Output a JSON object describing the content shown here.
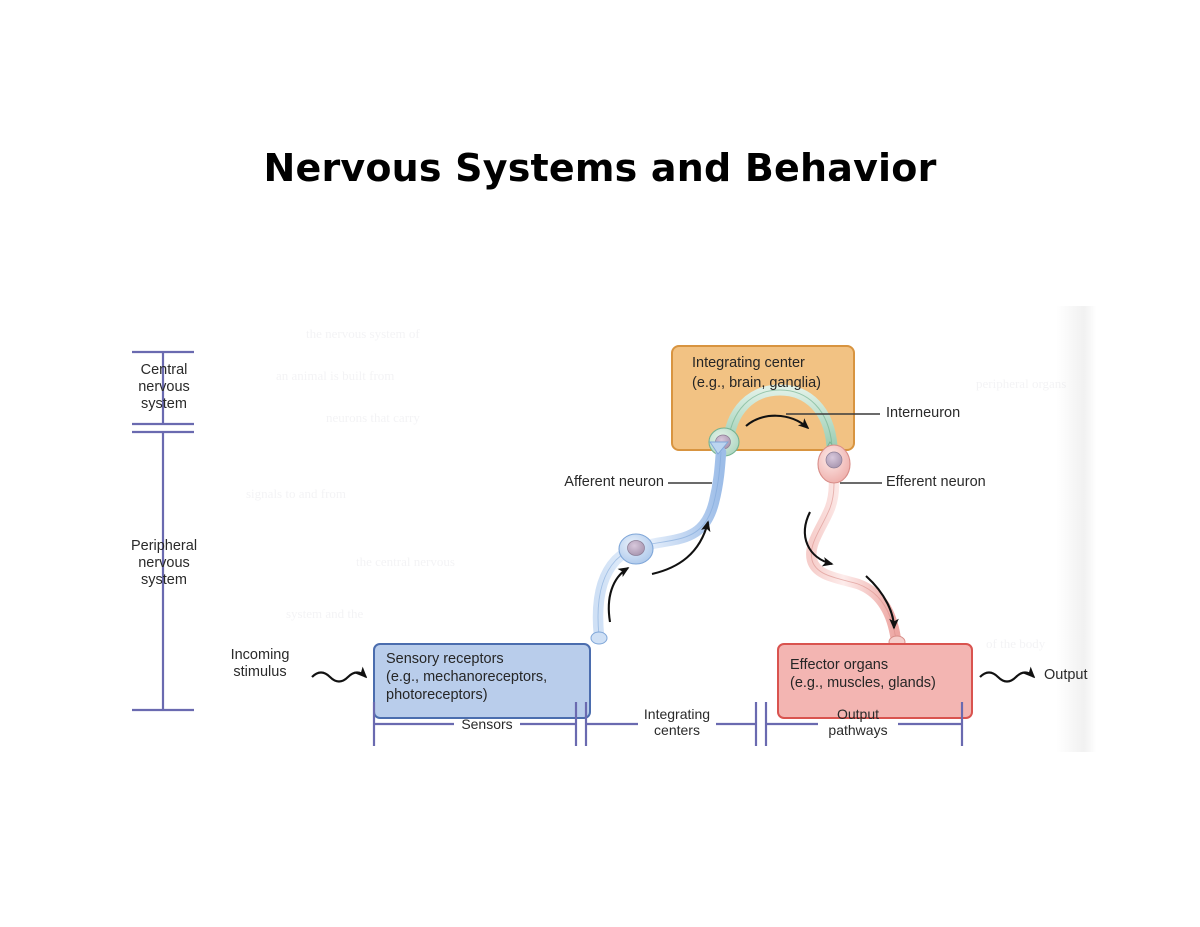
{
  "slide": {
    "title": "Nervous Systems and Behavior",
    "background_color": "#ffffff"
  },
  "figure": {
    "colors": {
      "integrating_center_fill": "#f2c283",
      "integrating_center_border": "#d89440",
      "sensory_box_fill": "#b9cdeb",
      "sensory_box_border": "#4b6dae",
      "effector_box_fill": "#f3b5b2",
      "effector_box_border": "#d9534f",
      "afferent_neuron": "#b9d0ef",
      "efferent_neuron": "#f0b2ae",
      "interneuron": "#b8ddc8",
      "bracket_line": "#6a6ab0",
      "arrow": "#1a1a1a",
      "text": "#2a2a2a"
    },
    "left_brackets": [
      {
        "name": "central-nervous-system",
        "label": "Central\nnervous\nsystem"
      },
      {
        "name": "peripheral-nervous-system",
        "label": "Peripheral\nnervous\nsystem"
      }
    ],
    "boxes": [
      {
        "name": "integrating-center-box",
        "line1": "Integrating center",
        "line2": "(e.g., brain, ganglia)"
      },
      {
        "name": "sensory-receptors-box",
        "line1": "Sensory receptors",
        "line2": "(e.g., mechanoreceptors,",
        "line3": "photoreceptors)"
      },
      {
        "name": "effector-organs-box",
        "line1": "Effector organs",
        "line2": "(e.g., muscles, glands)"
      }
    ],
    "neuron_labels": [
      {
        "name": "interneuron-label",
        "label": "Interneuron"
      },
      {
        "name": "afferent-neuron-label",
        "label": "Afferent neuron"
      },
      {
        "name": "efferent-neuron-label",
        "label": "Efferent neuron"
      }
    ],
    "flow_labels": [
      {
        "name": "incoming-stimulus-label",
        "label": "Incoming\nstimulus"
      },
      {
        "name": "output-label",
        "label": "Output"
      }
    ],
    "bottom_brackets": [
      {
        "name": "sensors-bracket",
        "label": "Sensors"
      },
      {
        "name": "integrating-centers-bracket",
        "label": "Integrating\ncenters"
      },
      {
        "name": "output-pathways-bracket",
        "label": "Output\npathways"
      }
    ],
    "ghost_text": [
      "the nervous system of",
      "an animal is built from",
      "neurons that carry",
      "signals to and from",
      "the central nervous",
      "system and the",
      "peripheral organs",
      "of the body"
    ]
  }
}
